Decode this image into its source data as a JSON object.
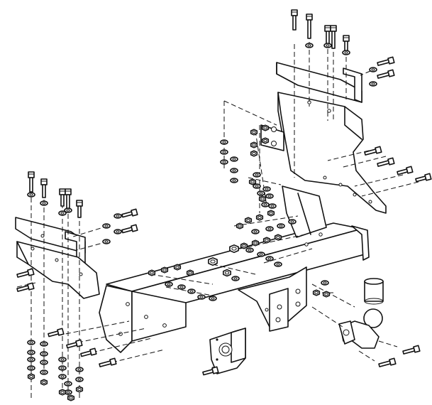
{
  "diagram": {
    "parts": [
      {
        "id": "left-bracket",
        "label": ""
      },
      {
        "id": "right-bracket",
        "label": ""
      },
      {
        "id": "crossbar",
        "label": ""
      },
      {
        "id": "tow-ball",
        "label": ""
      },
      {
        "id": "socket-plate",
        "label": ""
      },
      {
        "id": "ball-cap",
        "label": ""
      }
    ],
    "colors": {
      "line": "#111111",
      "background": "#ffffff"
    }
  }
}
